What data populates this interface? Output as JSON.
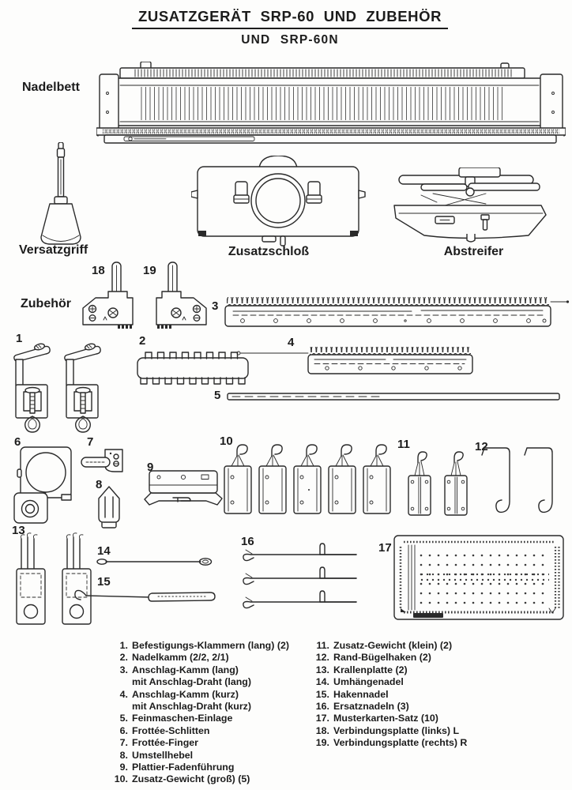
{
  "page": {
    "title": "ZUSATZGERÄT SRP-60 UND ZUBEHÖR",
    "subtitle": "UND SRP-60N"
  },
  "section_labels": {
    "nadelbett": "Nadelbett",
    "versatzgriff": "Versatzgriff",
    "zusatzschloss": "Zusatzschloß",
    "abstreifer": "Abstreifer",
    "zubehoer": "Zubehör"
  },
  "callouts": {
    "c1": "1",
    "c2": "2",
    "c3": "3",
    "c4": "4",
    "c5": "5",
    "c6": "6",
    "c7": "7",
    "c8": "8",
    "c9": "9",
    "c10": "10",
    "c11": "11",
    "c12": "12",
    "c13": "13",
    "c14": "14",
    "c15": "15",
    "c16": "16",
    "c17": "17",
    "c18": "18",
    "c19": "19"
  },
  "parts_list": {
    "left": [
      {
        "num": "1.",
        "label": "Befestigungs-Klammern (lang) (2)"
      },
      {
        "num": "2.",
        "label": "Nadelkamm (2/2, 2/1)"
      },
      {
        "num": "3.",
        "label": "Anschlag-Kamm (lang)\nmit Anschlag-Draht (lang)"
      },
      {
        "num": "4.",
        "label": "Anschlag-Kamm (kurz)\nmit Anschlag-Draht (kurz)"
      },
      {
        "num": "5.",
        "label": "Feinmaschen-Einlage"
      },
      {
        "num": "6.",
        "label": "Frottée-Schlitten"
      },
      {
        "num": "7.",
        "label": "Frottée-Finger"
      },
      {
        "num": "8.",
        "label": "Umstellhebel"
      },
      {
        "num": "9.",
        "label": "Plattier-Fadenführung"
      },
      {
        "num": "10.",
        "label": "Zusatz-Gewicht (groß) (5)"
      }
    ],
    "right": [
      {
        "num": "11.",
        "label": "Zusatz-Gewicht (klein) (2)"
      },
      {
        "num": "12.",
        "label": "Rand-Bügelhaken (2)"
      },
      {
        "num": "13.",
        "label": "Krallenplatte (2)"
      },
      {
        "num": "14.",
        "label": "Umhängenadel"
      },
      {
        "num": "15.",
        "label": "Hakennadel"
      },
      {
        "num": "16.",
        "label": "Ersatznadeln (3)"
      },
      {
        "num": "17.",
        "label": "Musterkarten-Satz (10)"
      },
      {
        "num": "18.",
        "label": "Verbindungsplatte (links) L"
      },
      {
        "num": "19.",
        "label": "Verbindungsplatte (rechts) R"
      }
    ]
  },
  "colors": {
    "ink": "#1c1c1c",
    "paper": "#fdfdfc"
  }
}
